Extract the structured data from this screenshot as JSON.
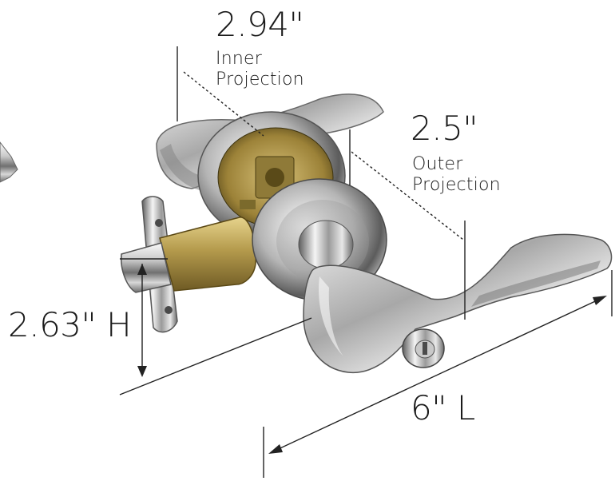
{
  "product_image": {
    "subject": "chrome keyed entry door lever lock set with brass latch",
    "dimensions": {
      "inner_value": "2.94\"",
      "inner_label_line1": "Inner",
      "inner_label_line2": "Projection",
      "outer_value": "2.5\"",
      "outer_label_line1": "Outer",
      "outer_label_line2": "Projection",
      "height": "2.63\" H",
      "length": "6\" L"
    },
    "colors": {
      "chrome_light": "#f4f4f4",
      "chrome_dark": "#5a5a5a",
      "brass": "#b49a4c",
      "text": "#1a1a1a"
    }
  }
}
